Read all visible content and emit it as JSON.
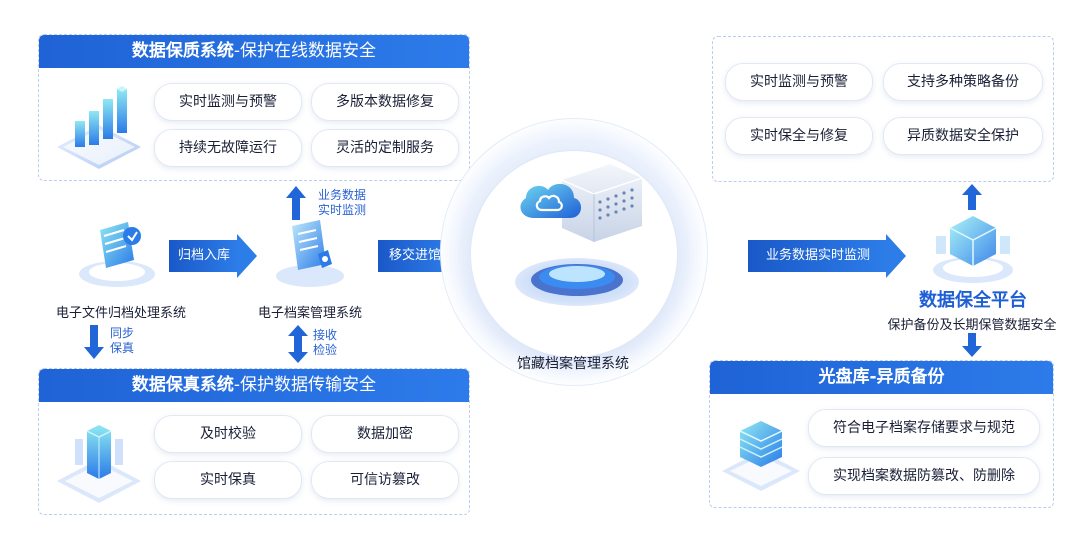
{
  "top_left_panel": {
    "title": "数据保质系统",
    "subtitle": "-保护在线数据安全",
    "features": [
      "实时监测与预警",
      "多版本数据修复",
      "持续无故障运行",
      "灵活的定制服务"
    ]
  },
  "bottom_left_panel": {
    "title": "数据保真系统",
    "subtitle": "-保护数据传输安全",
    "features": [
      "及时校验",
      "数据加密",
      "实时保真",
      "可信访篡改"
    ]
  },
  "flow": {
    "node_efile": "电子文件归档处理系统",
    "node_archive_mgmt": "电子档案管理系统",
    "node_center": "馆藏档案管理系统",
    "arrow_archive": "归档入库",
    "arrow_transfer": "移交进馆",
    "arrow_monitor": "业务数据实时监测",
    "up_note_line1": "业务数据",
    "up_note_line2": "实时监测",
    "down_note_efile_line1": "同步",
    "down_note_efile_line2": "保真",
    "down_note_mgmt_line1": "接收",
    "down_note_mgmt_line2": "检验"
  },
  "top_right_panel": {
    "features": [
      "实时监测与预警",
      "支持多种策略备份",
      "实时保全与修复",
      "异质数据安全保护"
    ]
  },
  "platform": {
    "title": "数据保全平台",
    "subtitle": "保护备份及长期保管数据安全"
  },
  "bottom_right_panel": {
    "title": "光盘库-异质备份",
    "features": [
      "符合电子档案存储要求与规范",
      "实现档案数据防篡改、防删除"
    ]
  },
  "colors": {
    "primary_blue": "#1f63d6",
    "accent_blue": "#2d7bea",
    "light_cyan": "#7fe3ee",
    "text_dark": "#1a1f36"
  }
}
